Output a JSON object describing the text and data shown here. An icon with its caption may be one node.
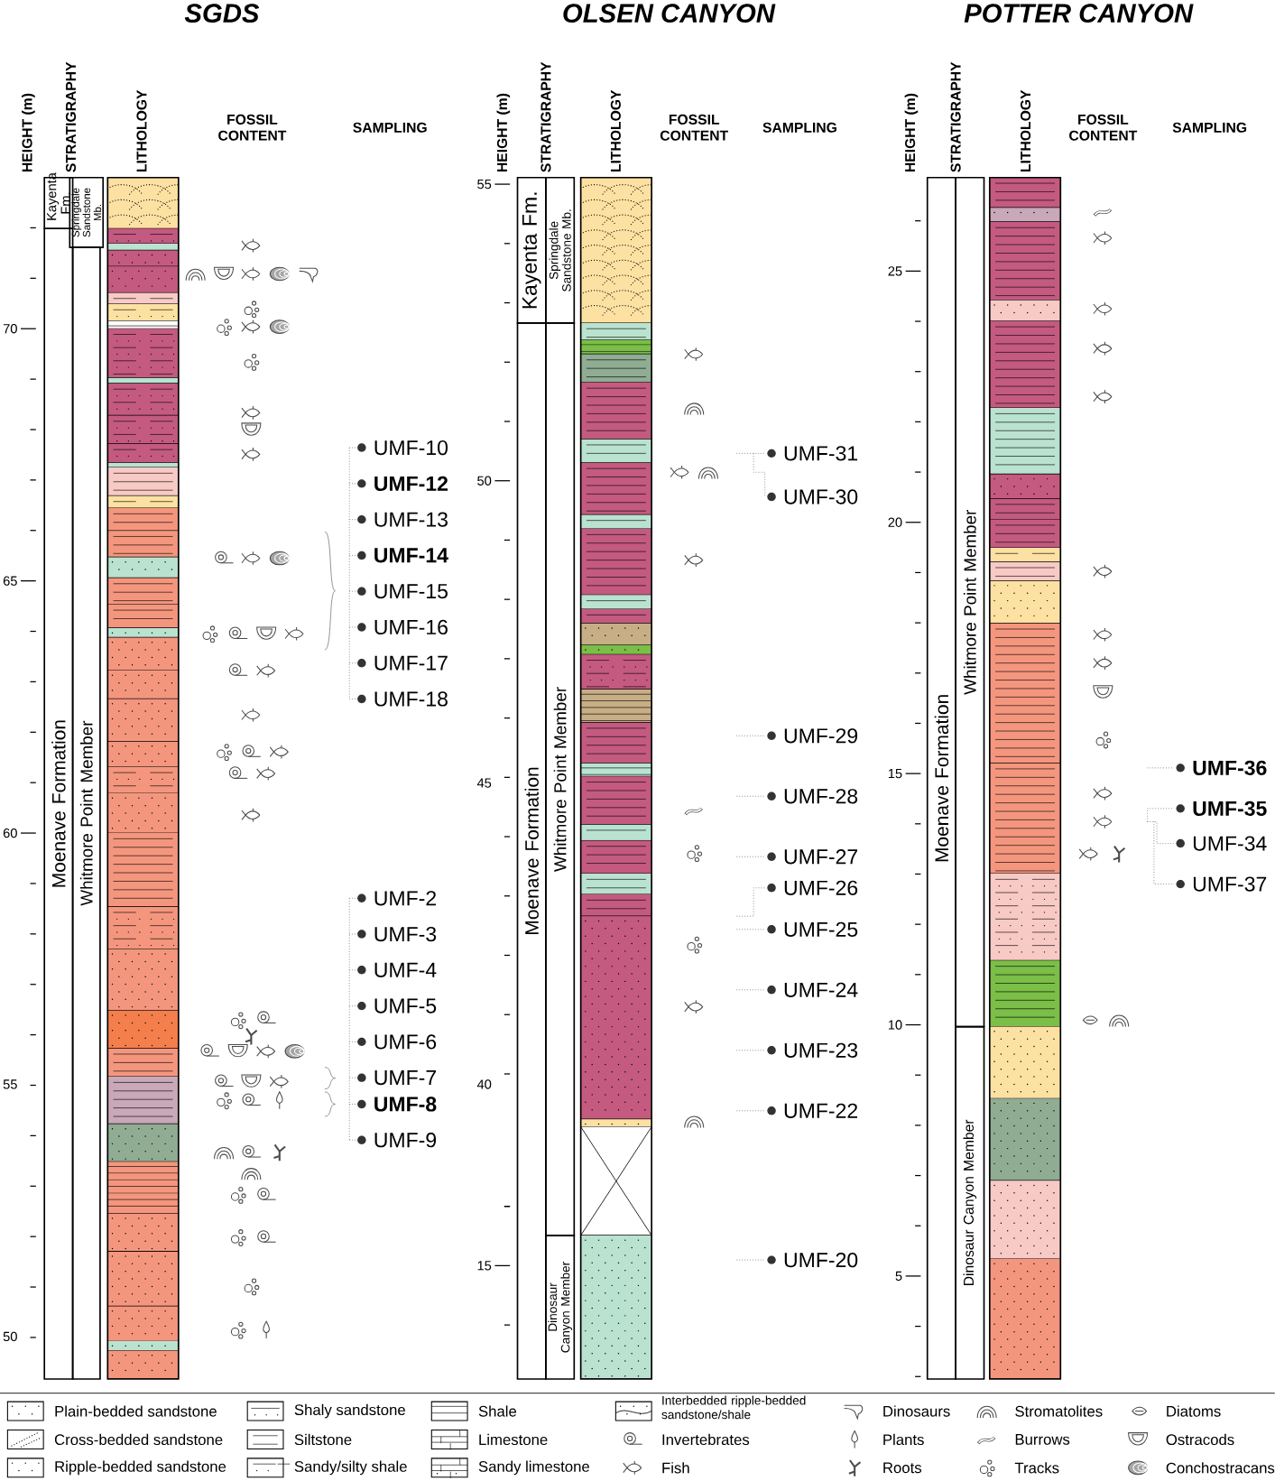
{
  "diagram": {
    "nodes": [
      {
        "text": [
          "Kayenta Fm."
        ]
      },
      {
        "text": [
          "Springdale Sandstone Mb."
        ]
      },
      {
        "text": [
          "Moenave Formation"
        ]
      },
      {
        "text": [
          "Whitmore Point Member"
        ]
      },
      {
        "text": [
          "Kayenta Fm."
        ]
      },
      {
        "text": [
          "Springdale Sandstone Mb."
        ]
      },
      {
        "text": [
          "Moenave Formation"
        ]
      },
      {
        "text": [
          "Whitmore Point Member"
        ]
      },
      {
        "text": [
          "Dinosaur Canyon Member"
        ]
      },
      {
        "text": [
          "Moenave Formation"
        ]
      },
      {
        "text": [
          "Whitmore Point Member"
        ]
      },
      {
        "text": [
          "Dinosaur Canyon Member"
        ]
      }
    ],
    "labels": [
      "SGDS",
      "HEIGHT (m)",
      "STRATIGRAPHY",
      "LITHOLOGY",
      "FOSSIL CONTENT",
      "SAMPLING",
      "70",
      "65",
      "60",
      "55",
      "50",
      "UMF-10",
      "**UMF-12**",
      "UMF-13",
      "**UMF-14**",
      "UMF-15",
      "UMF-16",
      "UMF-17",
      "UMF-18",
      "UMF-2",
      "UMF-3",
      "UMF-4",
      "UMF-5",
      "UMF-6",
      "UMF-7",
      "**UMF-8**",
      "UMF-9",
      "OLSEN CANYON",
      "HEIGHT (m)",
      "STRATIGRAPHY",
      "LITHOLOGY",
      "FOSSIL CONTENT",
      "SAMPLING",
      "55",
      "50",
      "45",
      "40",
      "15",
      "UMF-31",
      "UMF-30",
      "UMF-29",
      "UMF-28",
      "UMF-27",
      "UMF-26",
      "UMF-25",
      "UMF-24",
      "UMF-23",
      "UMF-22",
      "UMF-20",
      "POTTER CANYON",
      "HEIGHT (m)",
      "STRATIGRAPHY",
      "LITHOLOGY",
      "FOSSIL CONTENT",
      "SAMPLING",
      "25",
      "20",
      "15",
      "10",
      "5",
      "**UMF-36**",
      "**UMF-35**",
      "UMF-34",
      "UMF-37"
    ],
    "legend": [
      {
        "text": "Plain-bedded sandstone"
      },
      {
        "text": "Cross-bedded sandstone"
      },
      {
        "text": "Ripple-bedded sandstone"
      },
      {
        "text": "Shaly sandstone"
      },
      {
        "text": "Siltstone"
      },
      {
        "text": "Sandy/silty shale"
      },
      {
        "text": "Shale"
      },
      {
        "text": "Limestone"
      },
      {
        "text": "Sandy limestone"
      },
      {
        "text": "Interbedded ripple-bedded sandstone/shale"
      },
      {
        "text": "Invertebrates"
      },
      {
        "text": "Fish"
      },
      {
        "text": "Dinosaurs"
      },
      {
        "text": "Plants"
      },
      {
        "text": "Roots"
      },
      {
        "text": "Stromatolites"
      },
      {
        "text": "Burrows"
      },
      {
        "text": "Tracks"
      },
      {
        "text": "Diatoms"
      },
      {
        "text": "Ostracods"
      },
      {
        "text": "Conchostracans"
      }
    ]
  }
}
